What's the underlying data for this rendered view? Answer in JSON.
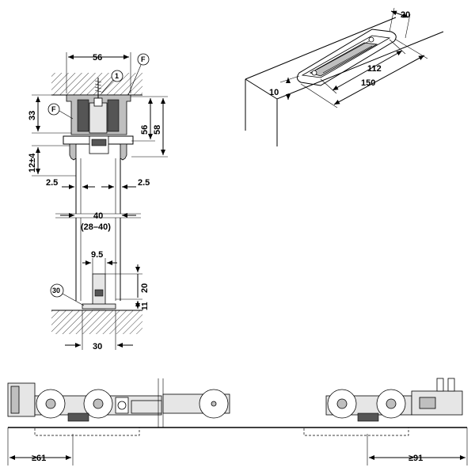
{
  "dimensions": {
    "width_56": "56",
    "height_33": "33",
    "height_56": "56",
    "height_58": "58",
    "adjust_12": "12±4",
    "gap_left": "2.5",
    "gap_right": "2.5",
    "door_40": "40",
    "door_range": "(28–40)",
    "guide_9_5": "9.5",
    "guide_20": "20",
    "guide_11": "11",
    "guide_30": "30",
    "track_20": "20",
    "track_10": "10",
    "track_112": "112",
    "track_150": "150",
    "min_left": "≥61",
    "min_right": "≥91"
  },
  "callouts": {
    "f_top": "F",
    "one": "1",
    "f_left": "F",
    "thirty": "30"
  },
  "colors": {
    "line": "#000000",
    "fill_gray": "#bfbfbf",
    "fill_light": "#e6e6e6"
  }
}
